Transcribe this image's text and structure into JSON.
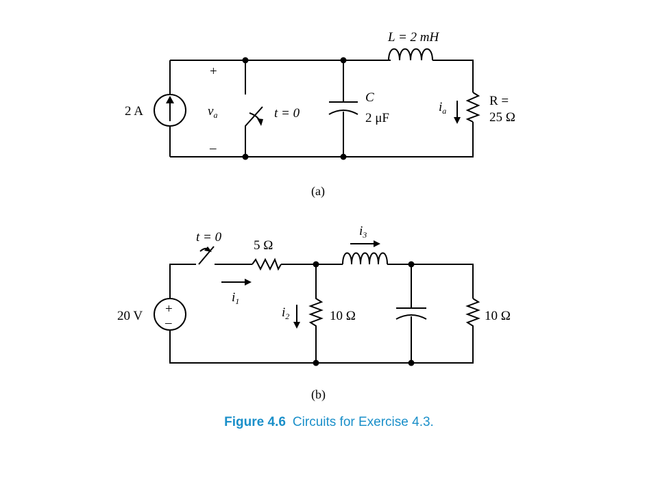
{
  "circuit_a": {
    "source_label": "2 A",
    "voltage_plus": "+",
    "voltage_minus": "–",
    "voltage_name": "v",
    "voltage_sub": "a",
    "switch_label": "t = 0",
    "cap_name": "C",
    "cap_value": "2 μF",
    "ind_label": "L = 2 mH",
    "current_name": "i",
    "current_sub": "a",
    "res_label_1": "R =",
    "res_label_2": "25 Ω",
    "panel_label": "(a)"
  },
  "circuit_b": {
    "source_label": "20 V",
    "src_plus": "+",
    "src_minus": "–",
    "switch_label": "t = 0",
    "res1_label": "5 Ω",
    "i1_name": "i",
    "i1_sub": "1",
    "i2_name": "i",
    "i2_sub": "2",
    "res2_label": "10 Ω",
    "i3_name": "i",
    "i3_sub": "3",
    "res3_label": "10 Ω",
    "panel_label": "(b)"
  },
  "caption": {
    "figure_number": "Figure 4.6",
    "text": "Circuits for Exercise 4.3."
  }
}
